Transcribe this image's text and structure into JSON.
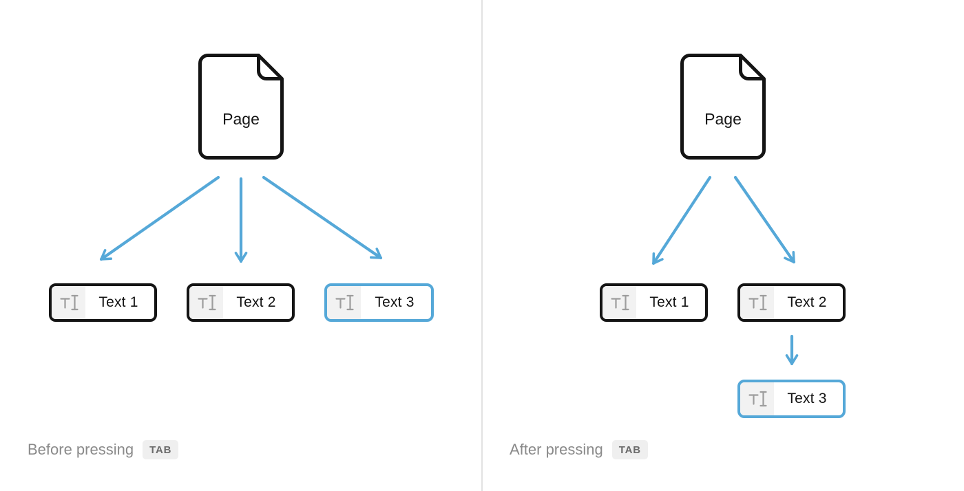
{
  "colors": {
    "accent_blue": "#55a8d8",
    "outline_black": "#141414",
    "icon_gray": "#9d9d9d",
    "icon_section_bg": "#f2f2f2",
    "caption_gray": "#8a8a8a",
    "badge_bg": "#efefef",
    "badge_text": "#6b6b6b",
    "divider_gray": "#e2e2e2"
  },
  "panels": [
    {
      "page_label": "Page",
      "blocks": [
        {
          "label": "Text 1",
          "highlighted": false
        },
        {
          "label": "Text 2",
          "highlighted": false
        },
        {
          "label": "Text 3",
          "highlighted": true
        }
      ],
      "caption": "Before pressing",
      "key_label": "TAB"
    },
    {
      "page_label": "Page",
      "blocks": [
        {
          "label": "Text 1",
          "highlighted": false
        },
        {
          "label": "Text 2",
          "highlighted": false
        },
        {
          "label": "Text 3",
          "highlighted": true
        }
      ],
      "caption": "After pressing",
      "key_label": "TAB"
    }
  ]
}
